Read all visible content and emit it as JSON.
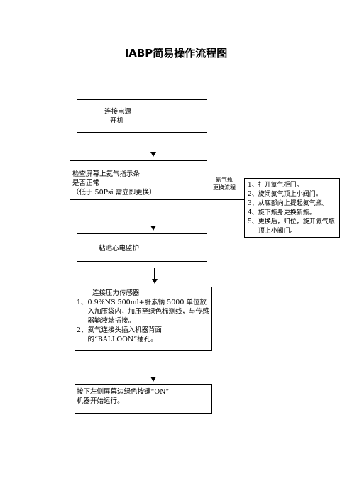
{
  "title": "IABP简易操作流程图",
  "steps": {
    "power": {
      "line1": "连接电源",
      "line2": "开机"
    },
    "check_screen": {
      "line1": "检查屏幕上氦气指示条",
      "line2": "是否正常",
      "line3": "（低于 50Psi 需立即更换）"
    },
    "ecg": {
      "text": "粘贴心电监护"
    },
    "pressure_sensor": {
      "heading": "连接压力传感器",
      "items": [
        {
          "num": "1、",
          "text": "0.9%NS 500ml+肝素钠 5000 单位放入加压袋内，加压至绿色标测线，与传感器输液端插接。"
        },
        {
          "num": "2、",
          "text": "氦气连接头插入机器背面的“BALLOON”插孔。"
        }
      ]
    },
    "start": {
      "line1": "按下左侧屏幕边绿色按键“ON”",
      "line2": "机器开始运行。"
    }
  },
  "side_label": {
    "line1": "氦气瓶",
    "line2": "更换流程"
  },
  "helium_steps": [
    {
      "num": "1、",
      "text": "打开氦气柜门。"
    },
    {
      "num": "2、",
      "text": "旋闭氦气顶上小阀门。"
    },
    {
      "num": "3、",
      "text": "从底部向上提起氦气瓶。"
    },
    {
      "num": "4、",
      "text": "旋下瓶身更换新瓶。"
    },
    {
      "num": "5、",
      "text": "更换后，归位，旋开氦气瓶顶上小阀门。"
    }
  ]
}
